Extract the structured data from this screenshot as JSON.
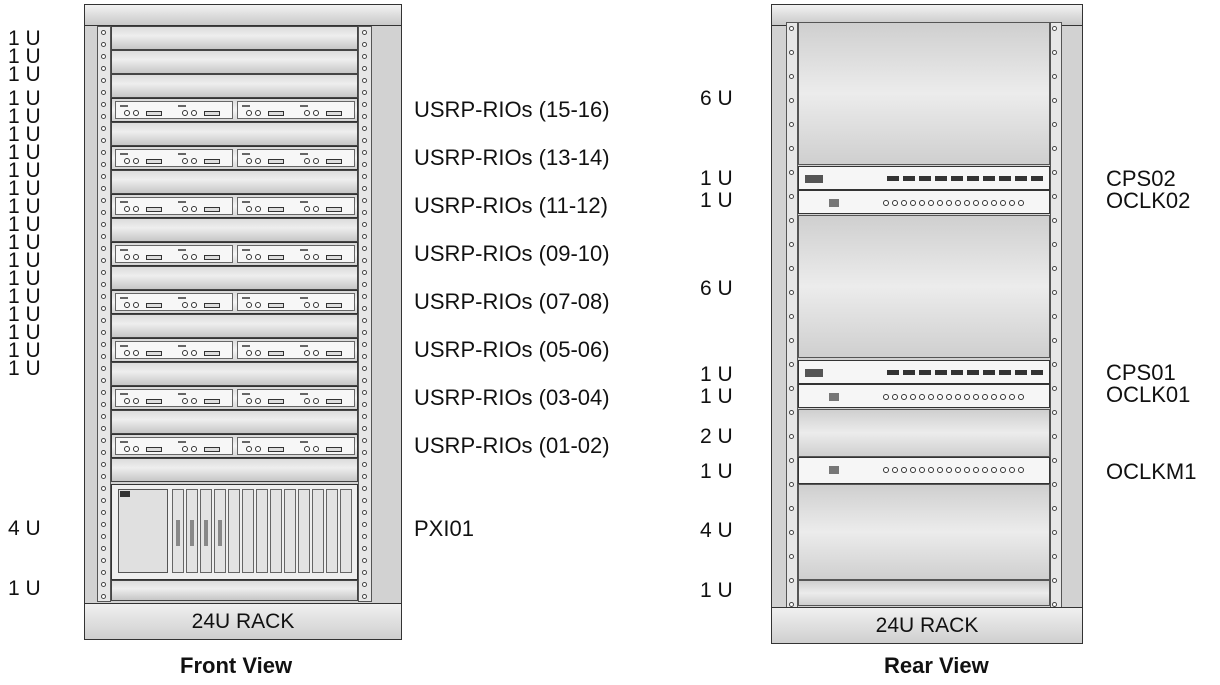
{
  "front": {
    "unit_labels": [
      "1 U",
      "1 U",
      "1 U",
      "1 U",
      "1 U",
      "1 U",
      "1 U",
      "1 U",
      "1 U",
      "1 U",
      "1 U",
      "1 U",
      "1 U",
      "1 U",
      "1 U",
      "1 U",
      "1 U",
      "1 U",
      "1 U",
      "4 U",
      "1 U"
    ],
    "device_labels": [
      "USRP-RIOs (15-16)",
      "USRP-RIOs (13-14)",
      "USRP-RIOs (11-12)",
      "USRP-RIOs (09-10)",
      "USRP-RIOs (07-08)",
      "USRP-RIOs (05-06)",
      "USRP-RIOs (03-04)",
      "USRP-RIOs (01-02)",
      "PXI01"
    ],
    "rack_label": "24U RACK",
    "caption": "Front View"
  },
  "rear": {
    "unit_labels": [
      "6 U",
      "1 U",
      "1 U",
      "6 U",
      "1 U",
      "1 U",
      "2 U",
      "1 U",
      "4 U",
      "1 U"
    ],
    "device_labels": [
      "CPS02",
      "OCLK02",
      "CPS01",
      "OCLK01",
      "OCLKM1"
    ],
    "rack_label": "24U RACK",
    "caption": "Rear View"
  }
}
